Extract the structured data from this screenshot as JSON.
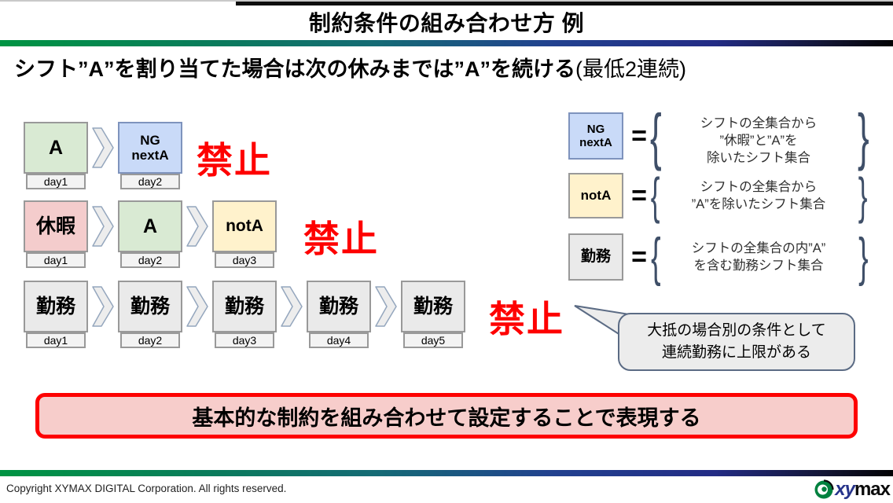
{
  "slide": {
    "title": "制約条件の組み合わせ方 例",
    "subtitle_main": "シフト”A”を割り当てた場合は次の休みまでは”A”を続ける",
    "subtitle_note": "(最低2連続)"
  },
  "rows": [
    {
      "verdict": "禁止",
      "boxes": [
        {
          "label": "A",
          "day": "day1"
        },
        {
          "label": "NG\nnextA",
          "day": "day2"
        }
      ]
    },
    {
      "verdict": "禁止",
      "boxes": [
        {
          "label": "休暇",
          "day": "day1"
        },
        {
          "label": "A",
          "day": "day2"
        },
        {
          "label": "notA",
          "day": "day3"
        }
      ]
    },
    {
      "verdict": "禁止",
      "boxes": [
        {
          "label": "勤務",
          "day": "day1"
        },
        {
          "label": "勤務",
          "day": "day2"
        },
        {
          "label": "勤務",
          "day": "day3"
        },
        {
          "label": "勤務",
          "day": "day4"
        },
        {
          "label": "勤務",
          "day": "day5"
        }
      ]
    }
  ],
  "definitions": [
    {
      "term": "NG\nnextA",
      "equals": "=",
      "lines": [
        "シフトの全集合から",
        "”休暇”と”A”を",
        "除いたシフト集合"
      ]
    },
    {
      "term": "notA",
      "equals": "=",
      "lines": [
        "シフトの全集合から",
        "”A”を除いたシフト集合"
      ]
    },
    {
      "term": "勤務",
      "equals": "=",
      "lines": [
        "シフトの全集合の内”A”",
        "を含む勤務シフト集合"
      ]
    }
  ],
  "symbols": {
    "brace_open": "{",
    "brace_close": "}"
  },
  "callout": {
    "lines": [
      "大抵の場合別の条件として",
      "連続勤務に上限がある"
    ]
  },
  "conclusion": {
    "text": "基本的な制約を組み合わせて設定することで表現する"
  },
  "footer": {
    "copyright": "Copyright XYMAX DIGITAL Corporation.  All rights reserved.",
    "logo_xy": "xy",
    "logo_max": "max"
  },
  "colors": {
    "accent_red": "#FE0000",
    "box_green": "#D9EAD3",
    "box_blue": "#C9DAF8",
    "box_pink": "#F4CCCC",
    "box_yellow": "#FFF2CC",
    "box_gray": "#EAEAEA",
    "gradient_start_green": "#009443",
    "gradient_end_dark": "#020204",
    "conclusion_border": "#FE0000",
    "conclusion_fill": "#F7CDCB",
    "logo_green": "#00813F",
    "logo_blue": "#27348B"
  }
}
